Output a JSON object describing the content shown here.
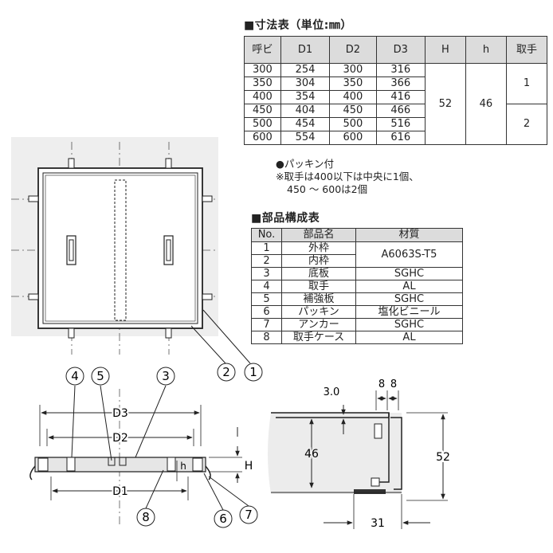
{
  "dimension_table": {
    "heading": "■寸法表（単位:㎜）",
    "headers": [
      "呼ビ",
      "D1",
      "D2",
      "D3",
      "H",
      "h",
      "取手"
    ],
    "rows": [
      [
        "300",
        "254",
        "300",
        "316"
      ],
      [
        "350",
        "304",
        "350",
        "366"
      ],
      [
        "400",
        "354",
        "400",
        "416"
      ],
      [
        "450",
        "404",
        "450",
        "466"
      ],
      [
        "500",
        "454",
        "500",
        "516"
      ],
      [
        "600",
        "554",
        "600",
        "616"
      ]
    ],
    "H": "52",
    "h": "46",
    "handles_upper": "1",
    "handles_lower": "2"
  },
  "notes": {
    "line1": "●パッキン付",
    "line2": "※取手は400以下は中央に1個、",
    "line3": "450 ～ 600は2個"
  },
  "parts_table": {
    "heading": "■部品構成表",
    "headers": [
      "No.",
      "部品名",
      "材質"
    ],
    "rows": [
      [
        "1",
        "外枠",
        ""
      ],
      [
        "2",
        "内枠",
        ""
      ],
      [
        "3",
        "底板",
        "SGHC"
      ],
      [
        "4",
        "取手",
        "AL"
      ],
      [
        "5",
        "補強板",
        "SGHC"
      ],
      [
        "6",
        "パッキン",
        "塩化ビニール"
      ],
      [
        "7",
        "アンカー",
        "SGHC"
      ],
      [
        "8",
        "取手ケース",
        "AL"
      ]
    ],
    "merged_material": "A6063S-T5"
  },
  "callouts": [
    "1",
    "2",
    "3",
    "4",
    "5",
    "6",
    "7",
    "8"
  ],
  "dimension_labels": {
    "d3": "D3",
    "d2": "D2",
    "d1": "D1",
    "H": "H",
    "h": "h",
    "detail_3_0": "3.0",
    "detail_8a": "8",
    "detail_8b": "8",
    "detail_46": "46",
    "detail_52": "52",
    "detail_31": "31"
  }
}
